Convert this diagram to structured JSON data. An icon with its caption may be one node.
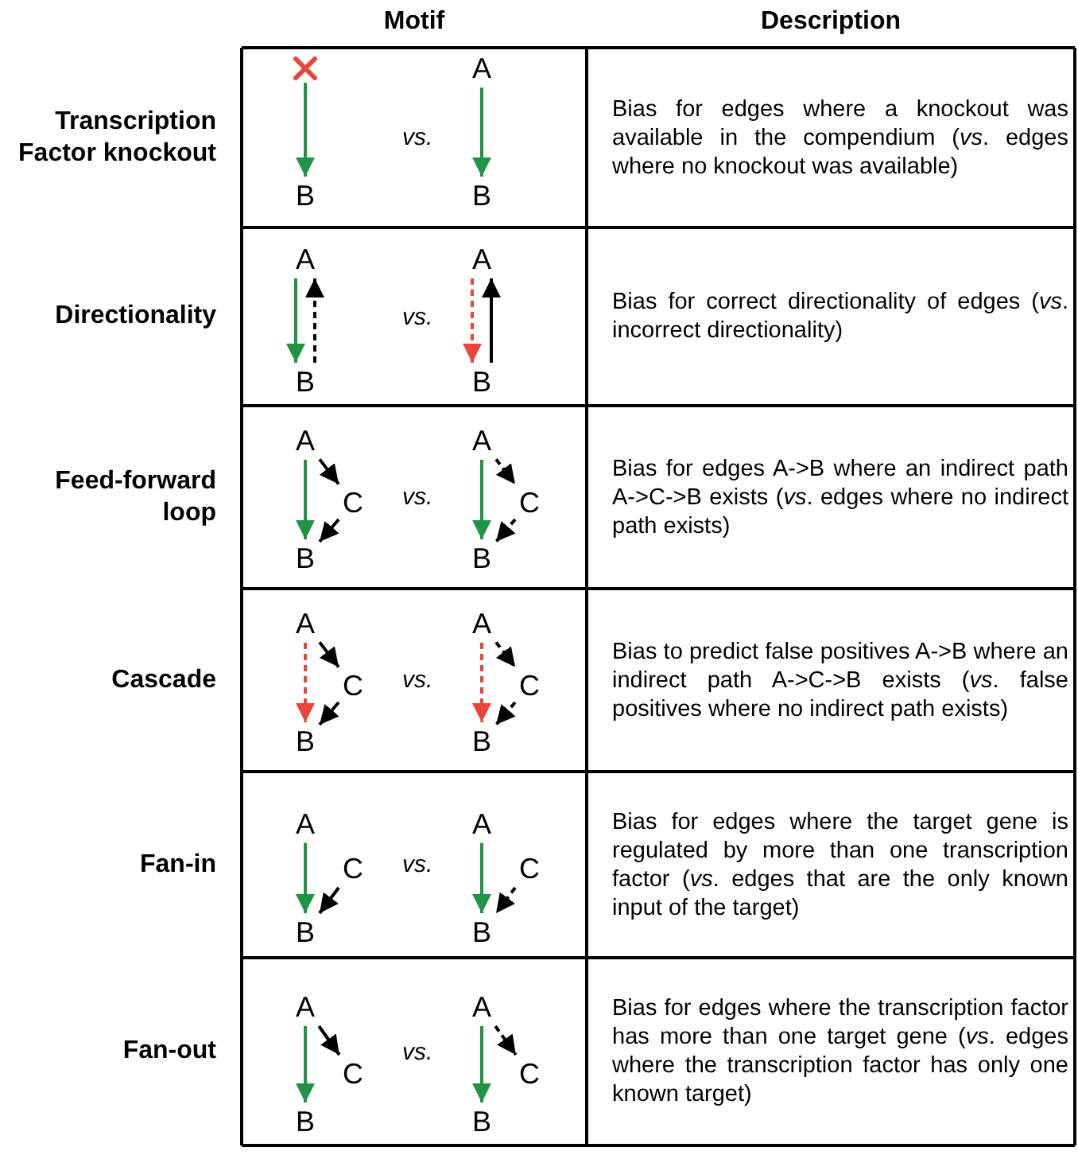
{
  "diagram": {
    "nodes": [
      {
        "text": [],
        "shape": "cross"
      },
      {
        "text": [
          "B"
        ]
      },
      {
        "text": [
          "A"
        ]
      },
      {
        "text": [
          "B"
        ]
      },
      {
        "text": [
          "A"
        ]
      },
      {
        "text": [
          "B"
        ]
      },
      {
        "text": [
          "A"
        ]
      },
      {
        "text": [
          "B"
        ]
      },
      {
        "text": [
          "A"
        ]
      },
      {
        "text": [
          "C"
        ]
      },
      {
        "text": [
          "B"
        ]
      },
      {
        "text": [
          "A"
        ]
      },
      {
        "text": [
          "C"
        ]
      },
      {
        "text": [
          "B"
        ]
      },
      {
        "text": [
          "A"
        ]
      },
      {
        "text": [
          "C"
        ]
      },
      {
        "text": [
          "B"
        ]
      },
      {
        "text": [
          "A"
        ]
      },
      {
        "text": [
          "C"
        ]
      },
      {
        "text": [
          "B"
        ]
      },
      {
        "text": [
          "A"
        ]
      },
      {
        "text": [
          "C"
        ]
      },
      {
        "text": [
          "B"
        ]
      },
      {
        "text": [
          "A"
        ]
      },
      {
        "text": [
          "C"
        ]
      },
      {
        "text": [
          "B"
        ]
      },
      {
        "text": [
          "A"
        ]
      },
      {
        "text": [
          "C"
        ]
      },
      {
        "text": [
          "B"
        ]
      },
      {
        "text": [
          "A"
        ]
      },
      {
        "text": [
          "C"
        ]
      },
      {
        "text": [
          "B"
        ]
      }
    ],
    "edges": [
      {
        "from": 0,
        "to": 1,
        "arrow": "to",
        "color": "#1e9444"
      },
      {
        "from": 2,
        "to": 3,
        "arrow": "to",
        "color": "#1e9444"
      },
      {
        "from": 4,
        "to": 5,
        "arrow": "to",
        "color": "#1e9444"
      },
      {
        "from": 5,
        "to": 4,
        "arrow": "to",
        "style": "dashed"
      },
      {
        "from": 6,
        "to": 7,
        "arrow": "to",
        "style": "dashed",
        "color": "#e8463a"
      },
      {
        "from": 7,
        "to": 6,
        "arrow": "to"
      },
      {
        "from": 8,
        "to": 10,
        "arrow": "to",
        "color": "#1e9444"
      },
      {
        "from": 8,
        "to": 9,
        "arrow": "to"
      },
      {
        "from": 9,
        "to": 10,
        "arrow": "to"
      },
      {
        "from": 11,
        "to": 13,
        "arrow": "to",
        "color": "#1e9444"
      },
      {
        "from": 11,
        "to": 12,
        "arrow": "to",
        "style": "dashed"
      },
      {
        "from": 12,
        "to": 13,
        "arrow": "to",
        "style": "dashed"
      },
      {
        "from": 14,
        "to": 16,
        "arrow": "to",
        "style": "dashed",
        "color": "#e8463a"
      },
      {
        "from": 14,
        "to": 15,
        "arrow": "to"
      },
      {
        "from": 15,
        "to": 16,
        "arrow": "to"
      },
      {
        "from": 17,
        "to": 19,
        "arrow": "to",
        "style": "dashed",
        "color": "#e8463a"
      },
      {
        "from": 17,
        "to": 18,
        "arrow": "to",
        "style": "dashed"
      },
      {
        "from": 18,
        "to": 19,
        "arrow": "to",
        "style": "dashed"
      },
      {
        "from": 20,
        "to": 22,
        "arrow": "to",
        "color": "#1e9444"
      },
      {
        "from": 21,
        "to": 22,
        "arrow": "to"
      },
      {
        "from": 23,
        "to": 25,
        "arrow": "to",
        "color": "#1e9444"
      },
      {
        "from": 24,
        "to": 25,
        "arrow": "to",
        "style": "dashed"
      },
      {
        "from": 26,
        "to": 28,
        "arrow": "to",
        "color": "#1e9444"
      },
      {
        "from": 26,
        "to": 27,
        "arrow": "to"
      },
      {
        "from": 29,
        "to": 31,
        "arrow": "to",
        "color": "#1e9444"
      },
      {
        "from": 29,
        "to": 30,
        "arrow": "to",
        "style": "dashed"
      }
    ],
    "labels": [
      "Motif",
      "Description",
      "Transcription Factor knockout",
      "vs.",
      "Bias for edges where a knockout was available in the compendium (*vs*. edges where no knockout was available)",
      "Directionality",
      "vs.",
      "Bias for correct directionality of edges (*vs*. incorrect directionality)",
      "Feed-forward loop",
      "vs.",
      "Bias for edges A->B where an indirect path A->C->B exists (*vs*. edges where no indirect path exists)",
      "Cascade",
      "vs.",
      "Bias to predict false positives A->B where an indirect path A->C->B exists (*vs*. false positives where no indirect path exists)",
      "Fan-in",
      "vs.",
      "Bias for edges where the target gene is regulated by more than one transcription factor (*vs*. edges that are the only known input of the target)",
      "Fan-out",
      "vs.",
      "Bias for edges where the transcription factor has more than one target gene (*vs*. edges where the transcription factor has only one known target)"
    ]
  }
}
